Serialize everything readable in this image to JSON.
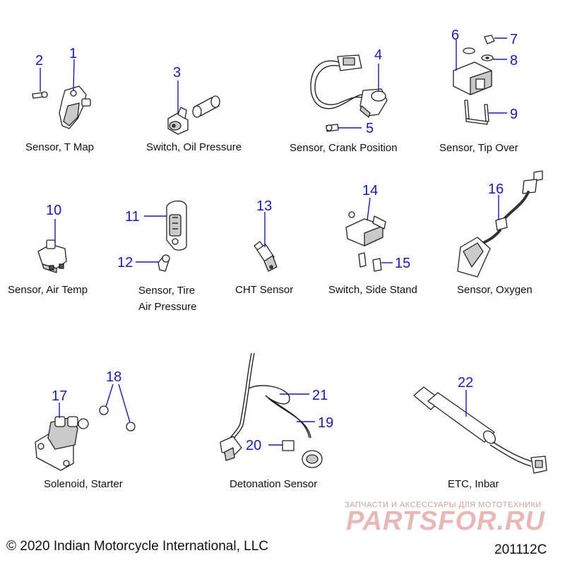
{
  "parts": [
    {
      "caption": "Sensor, T Map",
      "callouts": [
        "1",
        "2"
      ]
    },
    {
      "caption": "Switch, Oil Pressure",
      "callouts": [
        "3"
      ]
    },
    {
      "caption": "Sensor, Crank Position",
      "callouts": [
        "4",
        "5"
      ]
    },
    {
      "caption": "Sensor, Tip Over",
      "callouts": [
        "6",
        "7",
        "8",
        "9"
      ]
    },
    {
      "caption": "Sensor, Air Temp",
      "callouts": [
        "10"
      ]
    },
    {
      "caption_line1": "Sensor, Tire",
      "caption_line2": "Air Pressure",
      "callouts": [
        "11",
        "12"
      ]
    },
    {
      "caption": "CHT Sensor",
      "callouts": [
        "13"
      ]
    },
    {
      "caption": "Switch, Side Stand",
      "callouts": [
        "14",
        "15"
      ]
    },
    {
      "caption": "Sensor, Oxygen",
      "callouts": [
        "16"
      ]
    },
    {
      "caption": "Solenoid, Starter",
      "callouts": [
        "17",
        "18"
      ]
    },
    {
      "caption": "Detonation Sensor",
      "callouts": [
        "19",
        "20",
        "21"
      ]
    },
    {
      "caption": "ETC, Inbar",
      "callouts": [
        "22"
      ]
    }
  ],
  "watermark": {
    "tagline": "ЗАПЧАСТИ И АКСЕССУАРЫ ДЛЯ МОТОТЕХНИКИ",
    "brand": "PARTSFOR.RU"
  },
  "footer": {
    "copyright": "© 2020 Indian Motorcycle International, LLC",
    "doc_number": "201112C"
  },
  "colors": {
    "callout": "#1a1ab0",
    "watermark": "#e8b8b8"
  }
}
